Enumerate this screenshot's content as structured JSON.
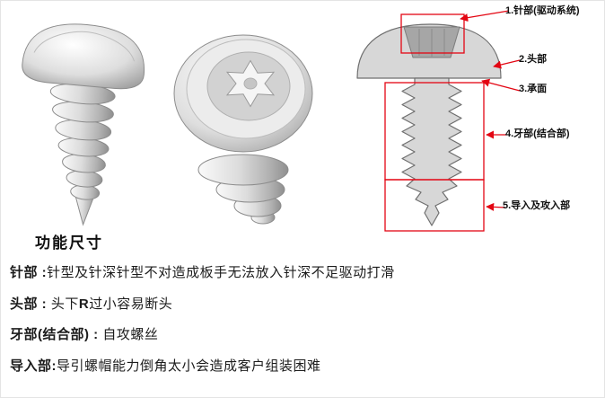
{
  "figure": {
    "callouts": [
      {
        "label": "1.针部(驱动系统)"
      },
      {
        "label": "2.头部"
      },
      {
        "label": "3.承面"
      },
      {
        "label": "4.牙部(结合部)"
      },
      {
        "label": "5.导入及攻入部"
      }
    ]
  },
  "notes": {
    "heading": "功能尺寸",
    "line1": {
      "prefix": "针部 :",
      "body": "针型及针深针型不对造成板手无法放入针深不足驱动打滑"
    },
    "line2": {
      "prefix": "头部 : ",
      "pre": "头下",
      "bold": "R",
      "post": "过小容易断头"
    },
    "line3": {
      "prefix": "牙部(结合部) : ",
      "body": "自攻螺丝"
    },
    "line4": {
      "prefix": "导入部:",
      "body": "导引螺帽能力倒角太小会造成客户组装困难"
    }
  },
  "colors": {
    "annotation_red": "#e30613"
  }
}
